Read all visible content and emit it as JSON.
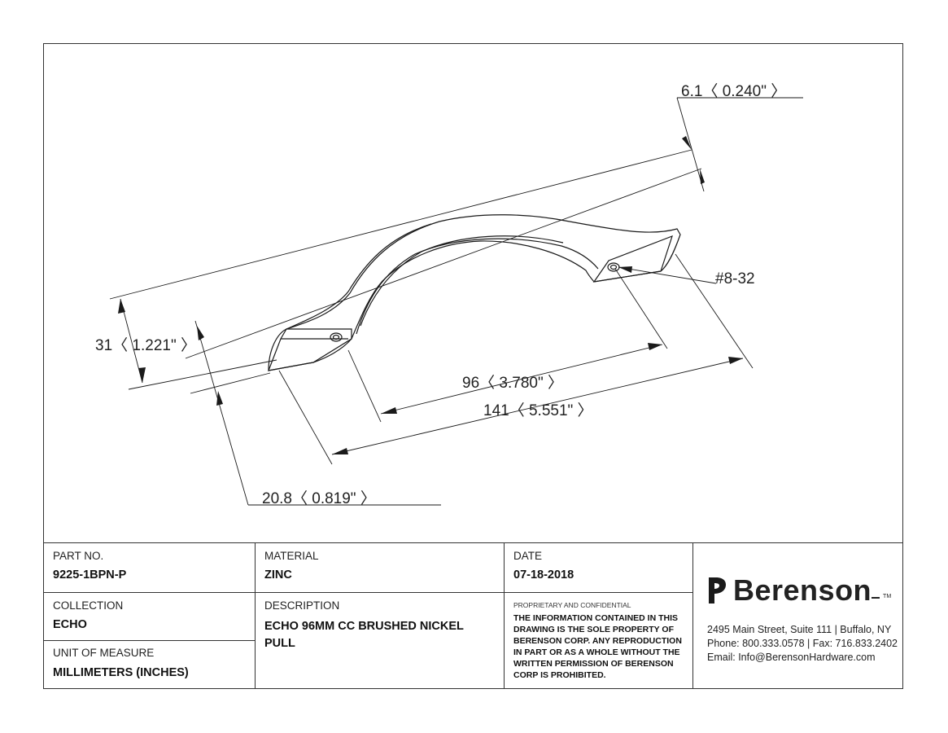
{
  "dimensions": {
    "thickness": "6.1〈 0.240\" 〉",
    "height": "31〈 1.221\" 〉",
    "center_to_center": "96〈 3.780\" 〉",
    "overall_length": "141〈 5.551\" 〉",
    "depth": "20.8〈 0.819\" 〉",
    "thread": "#8-32"
  },
  "title_block": {
    "part_no_label": "PART NO.",
    "part_no": "9225-1BPN-P",
    "material_label": "MATERIAL",
    "material": "ZINC",
    "date_label": "DATE",
    "date": "07-18-2018",
    "collection_label": "COLLECTION",
    "collection": "ECHO",
    "description_label": "DESCRIPTION",
    "description": "ECHO 96MM CC BRUSHED NICKEL PULL",
    "uom_label": "UNIT OF MEASURE",
    "uom": "MILLIMETERS (INCHES)",
    "proprietary_heading": "PROPRIETARY AND CONFIDENTIAL",
    "proprietary_text": "THE INFORMATION CONTAINED IN THIS DRAWING IS THE SOLE PROPERTY OF BERENSON CORP. ANY REPRODUCTION IN PART OR AS A WHOLE WITHOUT THE WRITTEN PERMISSION OF BERENSON CORP IS PROHIBITED."
  },
  "company": {
    "name": "Berenson",
    "trademark": "TM",
    "logo_icon": "berenson-logo-icon",
    "address": "2495 Main Street, Suite 111 | Buffalo, NY",
    "phone_fax": "Phone: 800.333.0578 | Fax: 716.833.2402",
    "email": "Email: Info@BerensonHardware.com"
  }
}
